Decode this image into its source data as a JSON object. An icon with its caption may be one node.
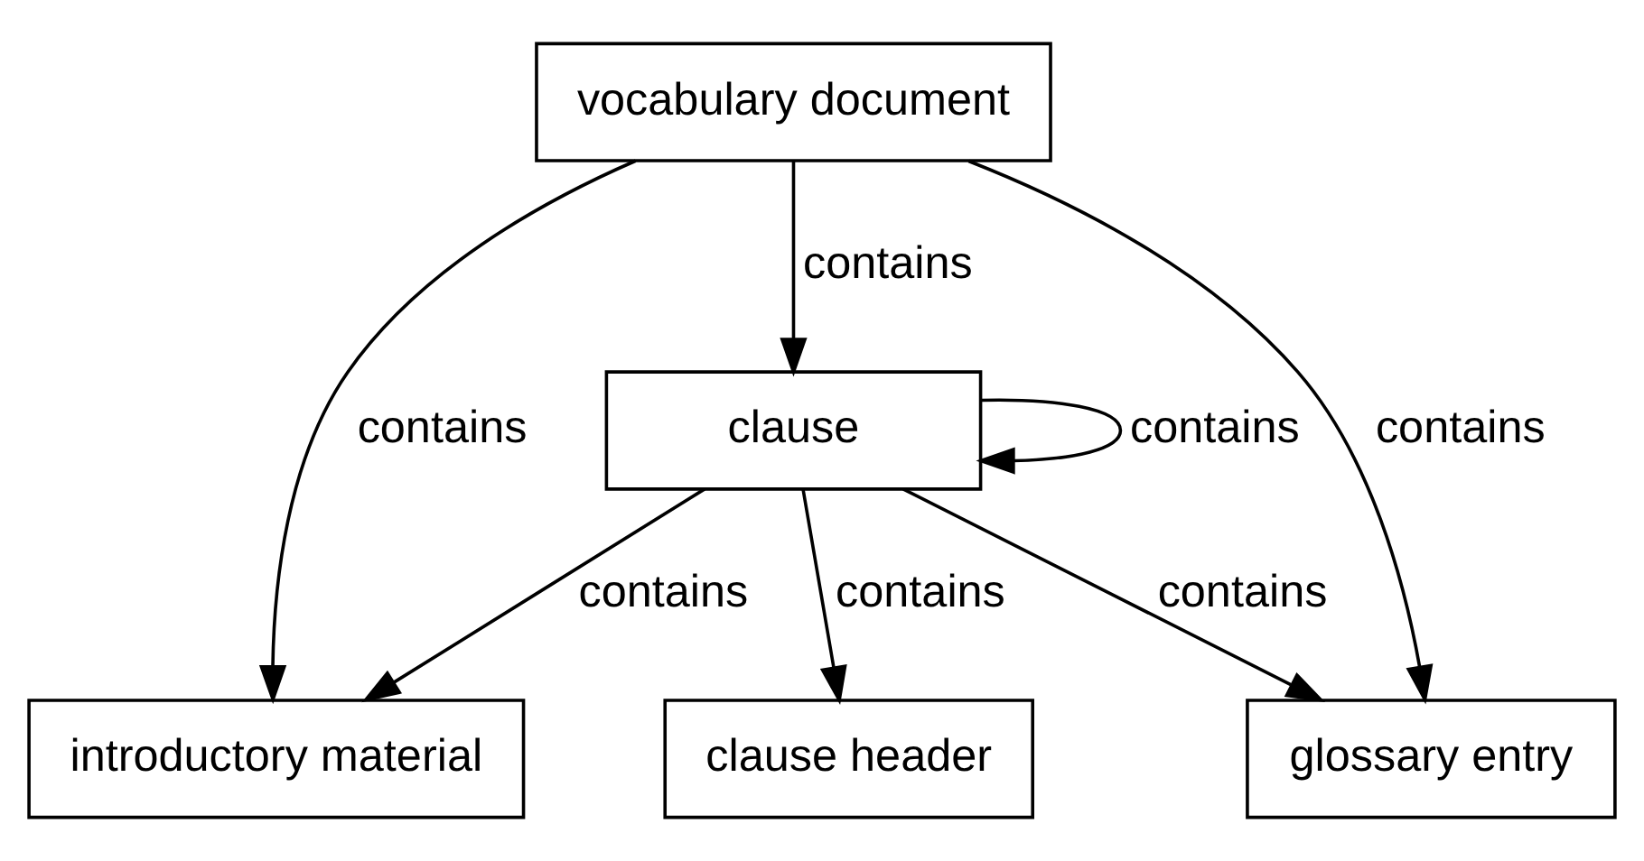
{
  "diagram": {
    "nodes": [
      {
        "text": [
          "vocabulary document"
        ]
      },
      {
        "text": [
          "introductory material"
        ]
      },
      {
        "text": [
          "clause"
        ]
      },
      {
        "text": [
          "clause header"
        ]
      },
      {
        "text": [
          "glossary entry"
        ]
      }
    ],
    "edges": [
      {
        "from": 0,
        "to": 1,
        "arrow": "to",
        "label": "contains"
      },
      {
        "from": 0,
        "to": 2,
        "arrow": "to",
        "label": "contains"
      },
      {
        "from": 2,
        "to": 2,
        "arrow": "to",
        "label": "contains"
      },
      {
        "from": 2,
        "to": 1,
        "arrow": "to",
        "label": "contains"
      },
      {
        "from": 2,
        "to": 3,
        "arrow": "to",
        "label": "contains"
      },
      {
        "from": 2,
        "to": 4,
        "arrow": "to",
        "label": "contains"
      },
      {
        "from": 0,
        "to": 4,
        "arrow": "to",
        "label": "contains"
      }
    ]
  }
}
